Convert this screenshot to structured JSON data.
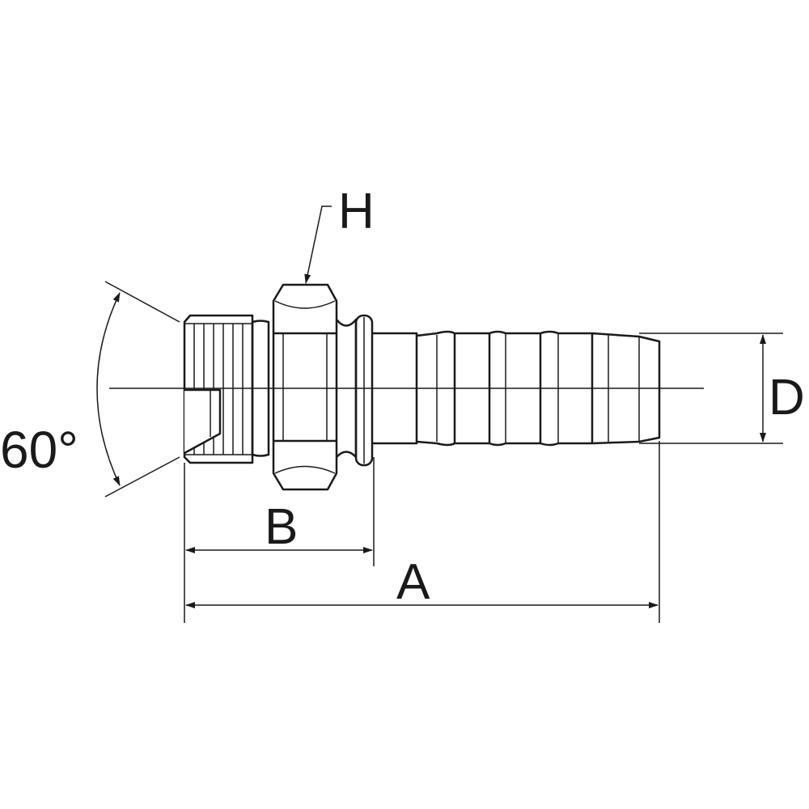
{
  "diagram": {
    "labels": {
      "angle": "60°",
      "hex": "H",
      "length_b": "B",
      "length_a": "A",
      "diameter": "D"
    },
    "colors": {
      "stroke": "#1a1a1a",
      "background": "#ffffff"
    }
  }
}
